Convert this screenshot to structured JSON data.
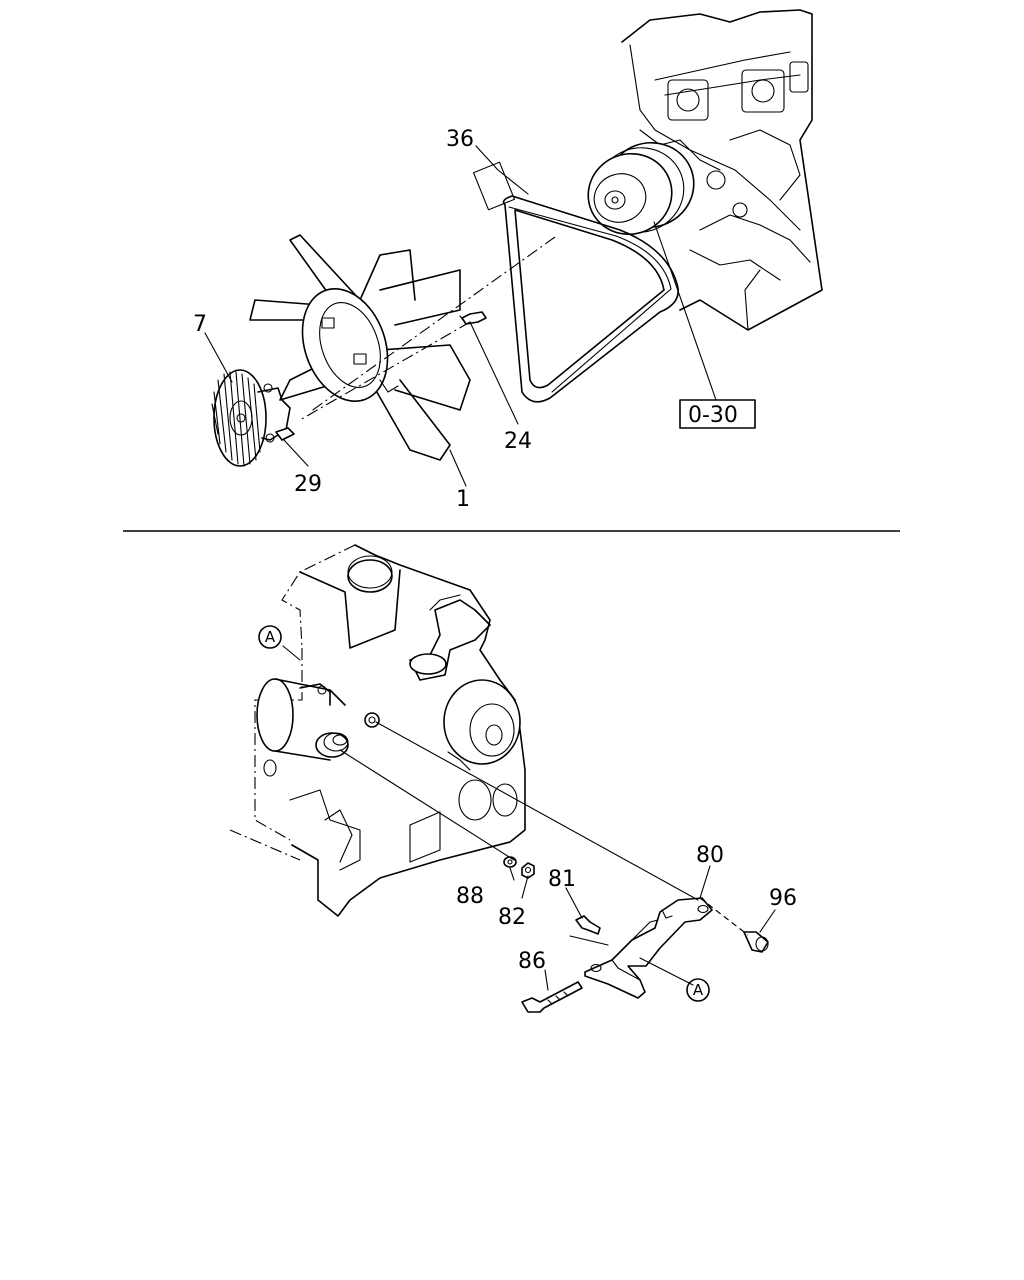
{
  "diagram": {
    "upper_labels": {
      "belt": "36",
      "fan_clutch": "7",
      "fan": "1",
      "bolt_24": "24",
      "bolt_29": "29",
      "reference_box": "0-30"
    },
    "lower_labels": {
      "bracket": "80",
      "bolt_96": "96",
      "bolt_81": "81",
      "bolt_86": "86",
      "washer_88": "88",
      "nut_82": "82",
      "callout_a_top": "A",
      "callout_a_bottom": "A"
    }
  }
}
